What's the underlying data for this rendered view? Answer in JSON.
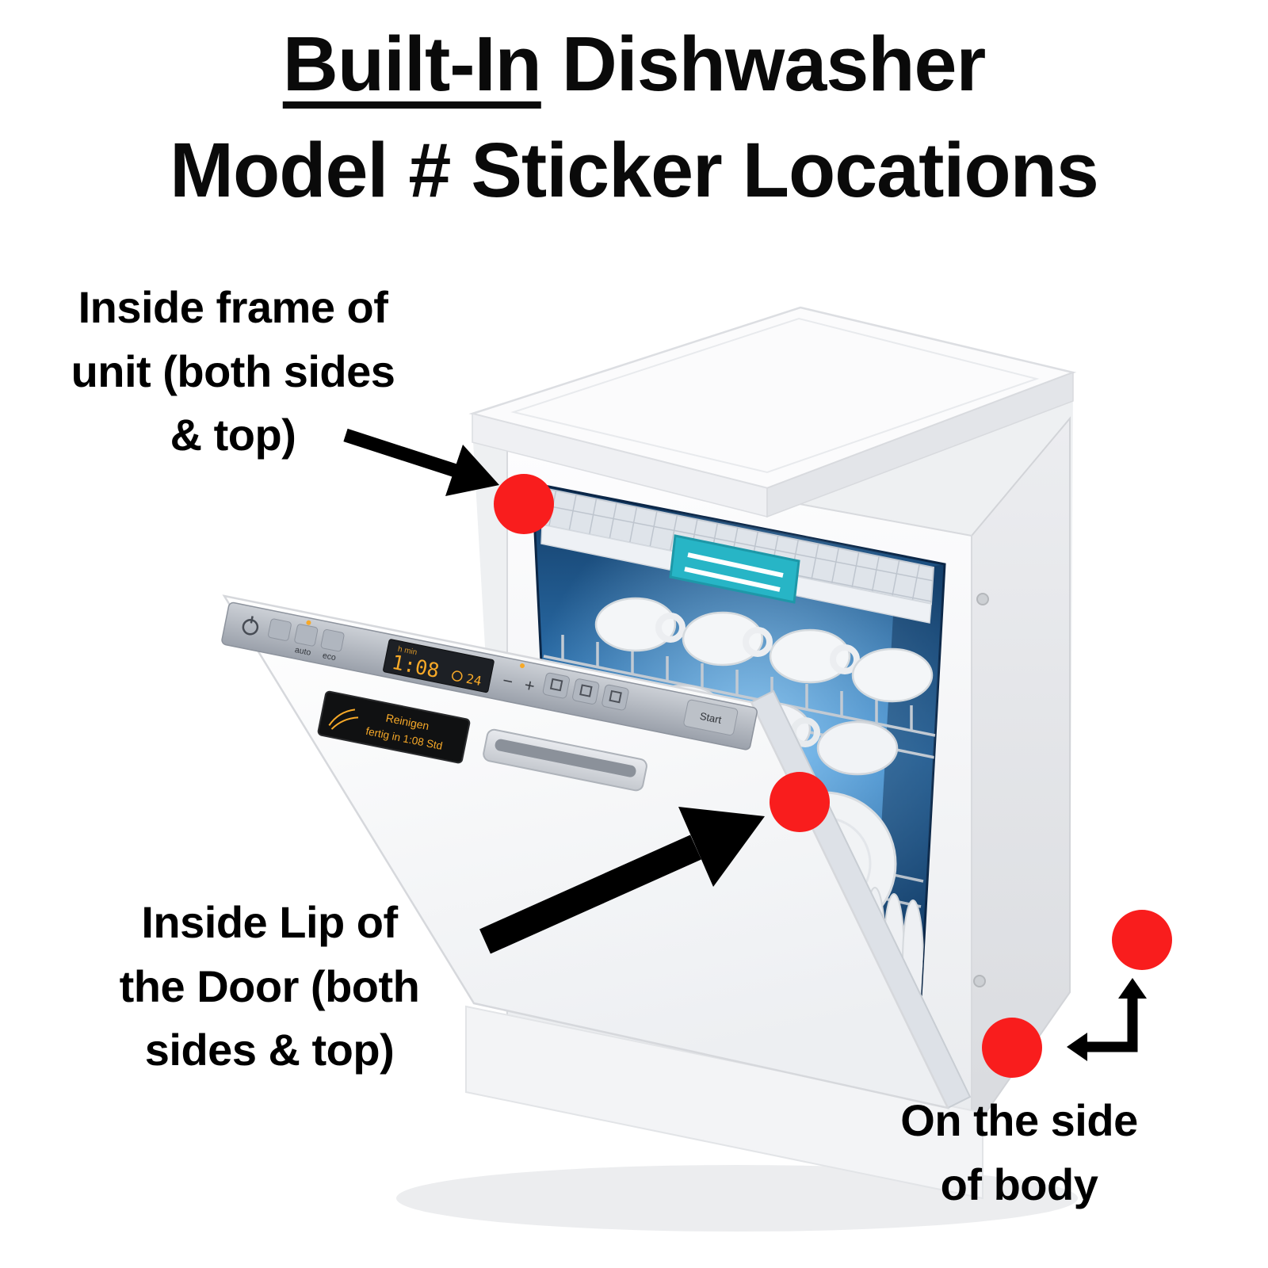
{
  "title": {
    "line1_underlined": "Built-In",
    "line1_rest": " Dishwasher",
    "line2": "Model # Sticker Locations"
  },
  "annotations": {
    "frame": {
      "l1": "Inside frame of",
      "l2": "unit (both sides",
      "l3": "& top)"
    },
    "door": {
      "l1": "Inside Lip of",
      "l2": "the Door (both",
      "l3": "sides & top)"
    },
    "body": {
      "l1": "On the side",
      "l2": "of body"
    }
  },
  "appliance": {
    "panel": {
      "status_line1": "Reinigen",
      "status_line2": "fertig in 1:08 Std",
      "units": "h min",
      "time": "1:08",
      "delay": "24",
      "auto": "auto",
      "eco": "eco",
      "minus": "−",
      "plus": "+",
      "start": "Start"
    }
  },
  "colors": {
    "sticker_dot_red": "#f91d1d",
    "arrow_black": "#000000",
    "interior_blue": "#2f7cc2",
    "basket_handle_teal": "#27b5c6",
    "panel_amber": "#f7a928"
  }
}
